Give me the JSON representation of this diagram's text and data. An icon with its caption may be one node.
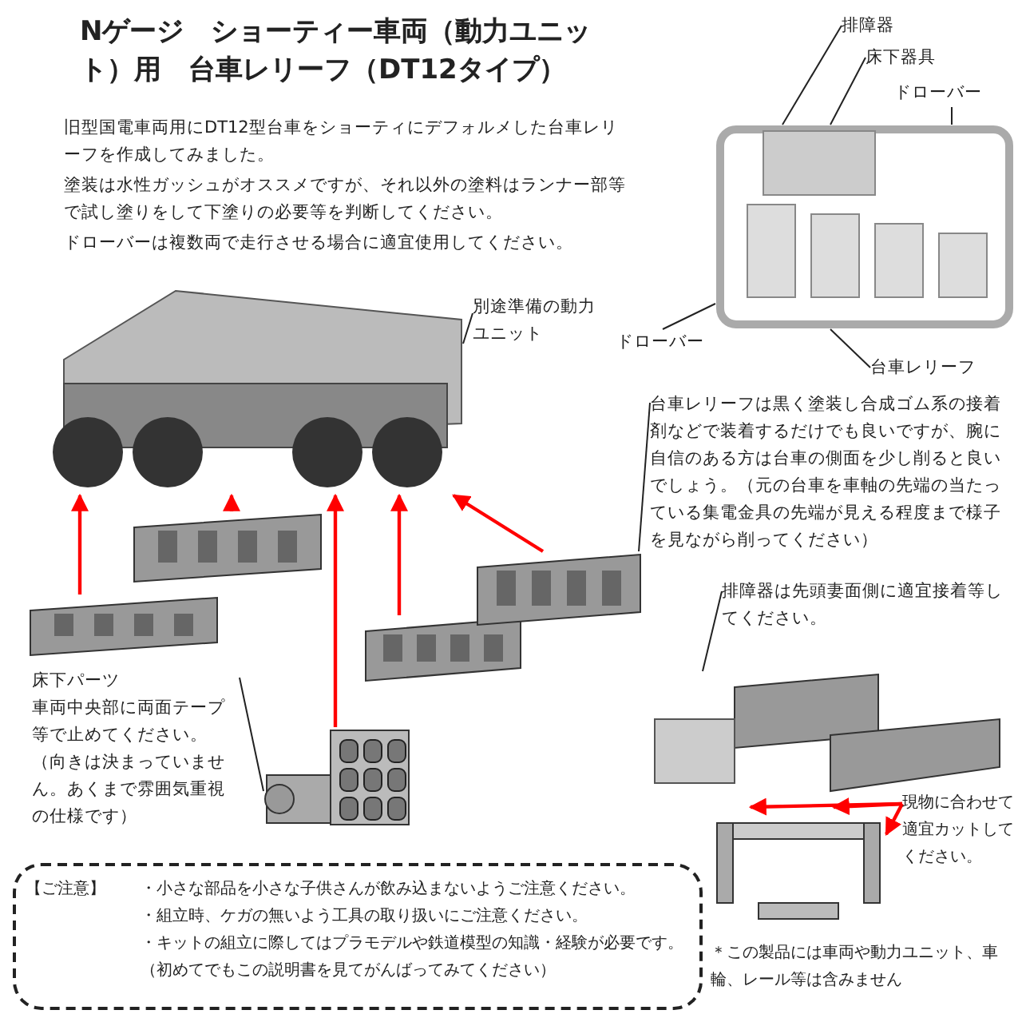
{
  "diagram": {
    "title": "Nゲージ　ショーティー車両（動力ユニット）用　台車レリーフ（DT12タイプ）",
    "nodes": [
      {
        "text": [
          "排障器"
        ]
      },
      {
        "text": [
          "床下器具"
        ]
      },
      {
        "text": [
          "ドローバー"
        ]
      },
      {
        "text": [],
        "shape": "picture"
      },
      {
        "text": [
          "ドローバー"
        ]
      },
      {
        "text": [
          "台車レリーフ"
        ]
      },
      {
        "text": [
          "別途準備の動力ユニット"
        ]
      },
      {
        "text": [],
        "shape": "picture"
      },
      {
        "text": [],
        "shape": "picture"
      },
      {
        "text": [],
        "shape": "picture"
      },
      {
        "text": [],
        "shape": "picture"
      },
      {
        "text": [],
        "shape": "picture"
      },
      {
        "text": [],
        "shape": "picture"
      },
      {
        "text": [
          "台車レリーフは黒く塗装し合成ゴム系の接着剤などで装着するだけでも良いですが、腕に自信のある方は台車の側面を少し削ると良いでしょう。（元の台車を車軸の先端の当たっている集電金具の先端が見える程度まで様子を見ながら削ってください）"
        ]
      },
      {
        "text": [
          "排障器は先頭妻面側に適宜接着等してください。"
        ]
      },
      {
        "text": [],
        "shape": "picture"
      },
      {
        "text": [
          "床下パーツ",
          "車両中央部に両面テープ等で止めてください。（向きは決まっていません。あくまで雰囲気重視の仕様です）"
        ]
      },
      {
        "text": [],
        "shape": "picture"
      },
      {
        "text": [
          "現物に合わせて適宜カットしてください。"
        ]
      },
      {
        "text": [
          "【ご注意】",
          "・小さな部品を小さな子供さんが飲み込まないようご注意ください。",
          "・組立時、ケガの無いよう工具の取り扱いにご注意ください。",
          "・キットの組立に際してはプラモデルや鉄道模型の知識・経験が必要です。",
          "（初めてでもこの説明書を見てがんばってみてください）"
        ]
      }
    ],
    "edges": [
      {
        "from": 0,
        "to": 3,
        "arrow": "none"
      },
      {
        "from": 1,
        "to": 3,
        "arrow": "none"
      },
      {
        "from": 2,
        "to": 3,
        "arrow": "none"
      },
      {
        "from": 4,
        "to": 3,
        "arrow": "none"
      },
      {
        "from": 5,
        "to": 3,
        "arrow": "none"
      },
      {
        "from": 6,
        "to": 7,
        "arrow": "none"
      },
      {
        "from": 8,
        "to": 7,
        "arrow": "to",
        "color": "#ff0000"
      },
      {
        "from": 9,
        "to": 7,
        "arrow": "to",
        "color": "#ff0000"
      },
      {
        "from": 10,
        "to": 7,
        "arrow": "to",
        "color": "#ff0000"
      },
      {
        "from": 11,
        "to": 7,
        "arrow": "to",
        "color": "#ff0000"
      },
      {
        "from": 12,
        "to": 7,
        "arrow": "to",
        "color": "#ff0000"
      },
      {
        "from": 13,
        "to": 11,
        "arrow": "none"
      },
      {
        "from": 14,
        "to": 15,
        "arrow": "none"
      },
      {
        "from": 16,
        "to": 12,
        "arrow": "none"
      },
      {
        "from": 18,
        "to": 17,
        "arrow": "to",
        "color": "#ff0000"
      },
      {
        "from": 18,
        "to": 17,
        "arrow": "to",
        "color": "#ff0000"
      },
      {
        "from": 18,
        "to": 17,
        "arrow": "to",
        "color": "#ff0000"
      }
    ],
    "labels": [
      "旧型国電車両用にDT12型台車をショーティにデフォルメした台車レリーフを作成してみました。",
      "塗装は水性ガッシュがオススメですが、それ以外の塗料はランナー部等で試し塗りをして下塗りの必要等を判断してください。",
      "ドローバーは複数両で走行させる場合に適宜使用してください。",
      "＊この製品には車両や動力ユニット、車輪、レール等は含みません"
    ]
  }
}
